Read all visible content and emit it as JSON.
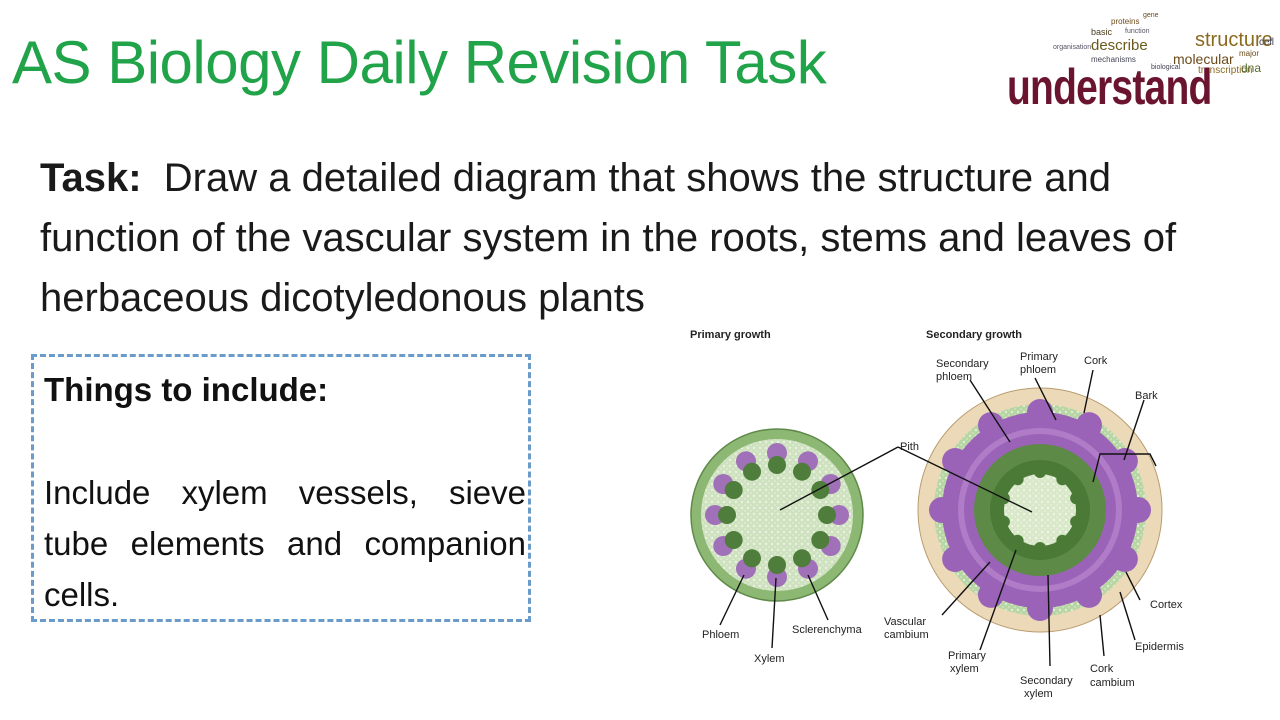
{
  "slide": {
    "title": "AS Biology Daily Revision Task",
    "task_label": "Task:",
    "task_text": "Draw a detailed diagram that shows the structure and function of the vascular system in the roots, stems and leaves of herbaceous dicotyledonous plants"
  },
  "wordcloud": {
    "main_word": "understand",
    "words": [
      "structure",
      "describe",
      "molecular",
      "transcription",
      "dna",
      "mechanisms",
      "proteins",
      "organisation",
      "basic",
      "function",
      "cell",
      "biological",
      "major",
      "gene"
    ]
  },
  "include_box": {
    "heading": "Things to include:",
    "body": "Include xylem vessels, sieve tube elements and companion cells."
  },
  "diagram": {
    "headers": {
      "primary": "Primary growth",
      "secondary": "Secondary growth"
    },
    "labels": {
      "pith": "Pith",
      "phloem": "Phloem",
      "xylem": "Xylem",
      "sclerenchyma": "Sclerenchyma",
      "secondary_phloem_1": "Secondary",
      "secondary_phloem_2": "phloem",
      "primary_phloem_1": "Primary",
      "primary_phloem_2": "phloem",
      "cork": "Cork",
      "bark": "Bark",
      "cortex": "Cortex",
      "epidermis": "Epidermis",
      "vascular_cambium_1": "Vascular",
      "vascular_cambium_2": "cambium",
      "primary_xylem_1": "Primary",
      "primary_xylem_2": "xylem",
      "secondary_xylem_1": "Secondary",
      "secondary_xylem_2": "xylem",
      "cork_cambium_1": "Cork",
      "cork_cambium_2": "cambium"
    },
    "colors": {
      "cortex_green": "#9ec38a",
      "xylem_green": "#4f7d3c",
      "phloem_purple": "#a070b8",
      "secondary_purple": "#9b63b8",
      "bark_tan": "#ecd9b8",
      "pith_light": "#d9e8c9"
    }
  }
}
